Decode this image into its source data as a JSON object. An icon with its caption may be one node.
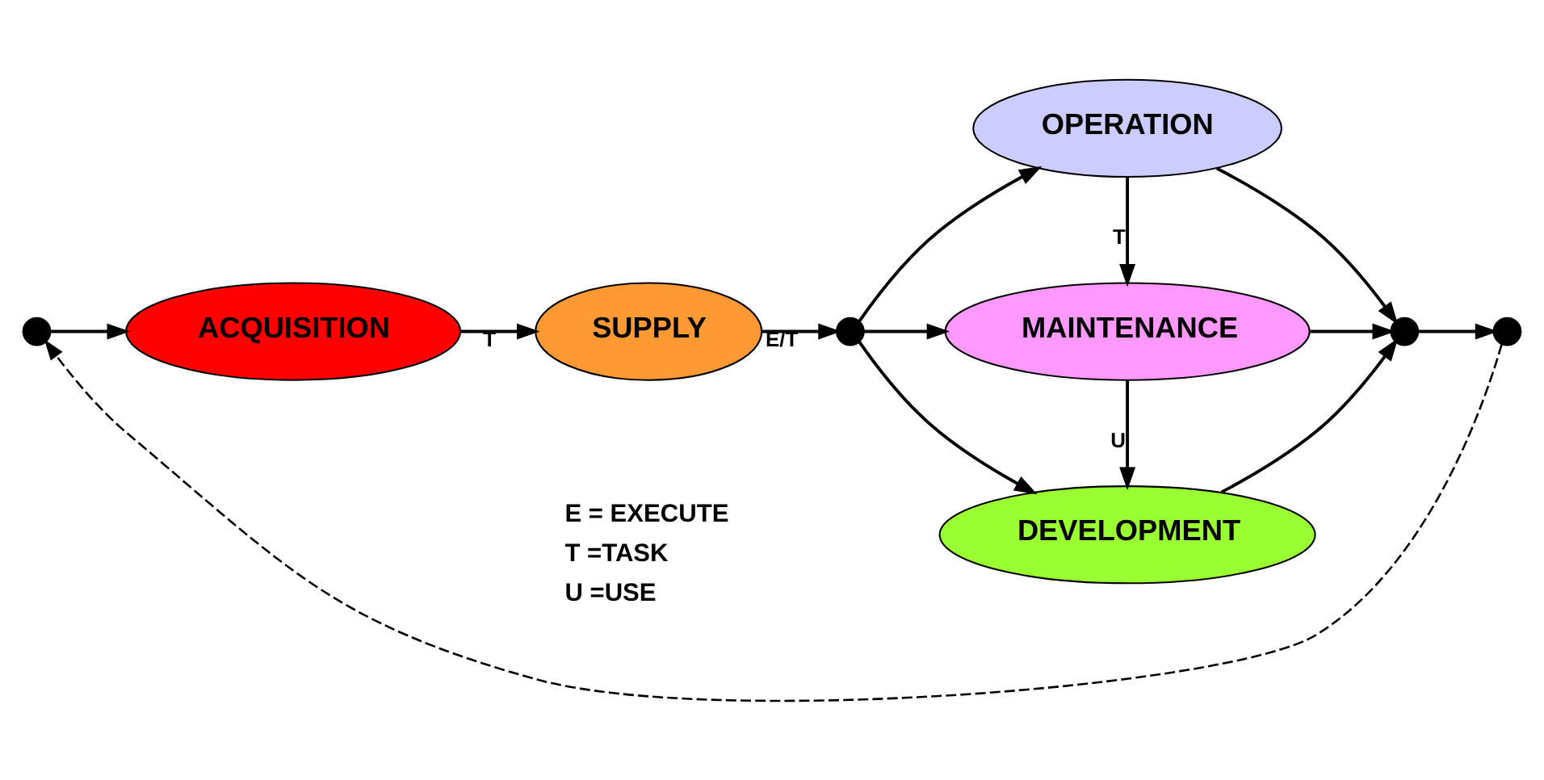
{
  "diagram": {
    "nodes": [
      {
        "text": [],
        "shape": "circle"
      },
      {
        "text": [
          "ACQUISITION"
        ]
      },
      {
        "text": [
          "SUPPLY"
        ]
      },
      {
        "text": [],
        "shape": "circle"
      },
      {
        "text": [
          "OPERATION"
        ]
      },
      {
        "text": [
          "MAINTENANCE"
        ]
      },
      {
        "text": [
          "DEVELOPMENT"
        ]
      },
      {
        "text": [],
        "shape": "circle"
      },
      {
        "text": [],
        "shape": "circle"
      }
    ],
    "edges": [
      {
        "from": 0,
        "to": 1,
        "arrow": "to"
      },
      {
        "from": 1,
        "to": 2,
        "arrow": "to",
        "label": "T"
      },
      {
        "from": 2,
        "to": 3,
        "arrow": "to",
        "label": "E/T"
      },
      {
        "from": 3,
        "to": 4,
        "arrow": "to"
      },
      {
        "from": 3,
        "to": 5,
        "arrow": "to"
      },
      {
        "from": 3,
        "to": 6,
        "arrow": "to"
      },
      {
        "from": 4,
        "to": 5,
        "arrow": "to",
        "label": "T"
      },
      {
        "from": 5,
        "to": 6,
        "arrow": "to",
        "label": "U"
      },
      {
        "from": 4,
        "to": 7,
        "arrow": "to"
      },
      {
        "from": 5,
        "to": 7,
        "arrow": "to"
      },
      {
        "from": 6,
        "to": 7,
        "arrow": "to"
      },
      {
        "from": 7,
        "to": 8,
        "arrow": "to"
      },
      {
        "from": 8,
        "to": 0,
        "arrow": "to",
        "style": "dashed"
      }
    ],
    "labels": [
      "E = EXECUTE",
      "T =TASK",
      "U =USE"
    ]
  }
}
